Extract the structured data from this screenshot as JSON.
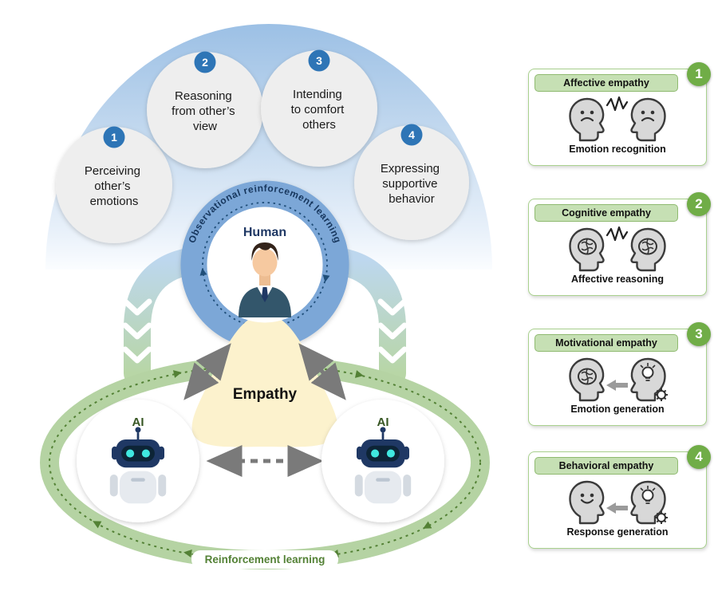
{
  "diagram": {
    "top_loop_label": "Observational reinforcement learning",
    "bottom_loop_label": "Reinforcement learning",
    "human_label": "Human",
    "ai_left_label": "AI",
    "ai_right_label": "AI",
    "empathy_label": "Empathy",
    "steps": [
      {
        "num": "1",
        "lines": [
          "Perceiving",
          "other’s",
          "emotions"
        ]
      },
      {
        "num": "2",
        "lines": [
          "Reasoning",
          "from other’s",
          "view"
        ]
      },
      {
        "num": "3",
        "lines": [
          "Intending",
          "to comfort",
          "others"
        ]
      },
      {
        "num": "4",
        "lines": [
          "Expressing",
          "supportive",
          "behavior"
        ]
      }
    ],
    "icons": {
      "human": "human-avatar-icon",
      "ai": "robot-icon"
    }
  },
  "legend": {
    "cards": [
      {
        "num": "1",
        "title": "Affective empathy",
        "caption": "Emotion recognition",
        "icon": "two-sad-faces-signal-icon"
      },
      {
        "num": "2",
        "title": "Cognitive empathy",
        "caption": "Affective reasoning",
        "icon": "two-brains-signal-icon"
      },
      {
        "num": "3",
        "title": "Motivational empathy",
        "caption": "Emotion generation",
        "icon": "brain-to-lightbulb-arrow-icon"
      },
      {
        "num": "4",
        "title": "Behavioral empathy",
        "caption": "Response generation",
        "icon": "face-to-lightbulb-arrow-icon"
      }
    ]
  },
  "colors": {
    "dome_blue": "#9fc2e6",
    "band_blue": "#7ba7d7",
    "navy": "#1f3864",
    "band_green": "#b5d3a3",
    "green_dark": "#538135",
    "badge_blue": "#2e75b6",
    "badge_green": "#70ad47",
    "blob_cream": "#fcf2cd",
    "card_header_green": "#c6e0b4",
    "arrow_gray": "#7a7a7a"
  }
}
